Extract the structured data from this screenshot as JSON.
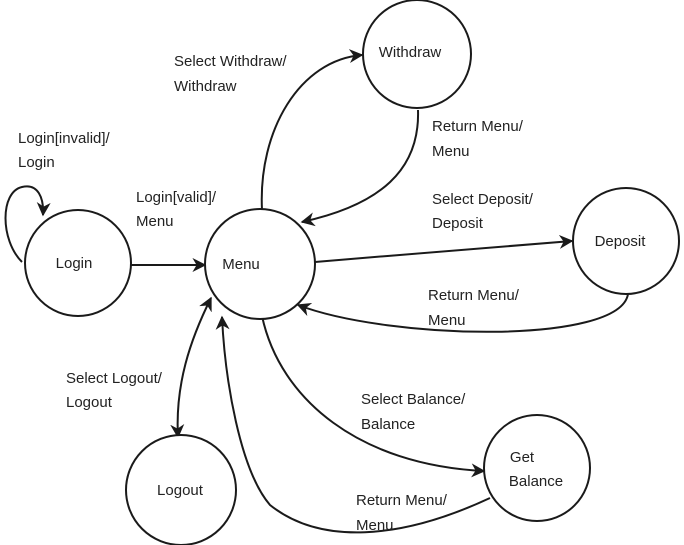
{
  "diagram": {
    "states": {
      "login": "Login",
      "menu": "Menu",
      "withdraw": "Withdraw",
      "deposit": "Deposit",
      "get_balance": [
        "Get",
        "Balance"
      ],
      "logout": "Logout"
    },
    "transitions": {
      "login_invalid": [
        "Login[invalid]/",
        "Login"
      ],
      "login_valid": [
        "Login[valid]/",
        "Menu"
      ],
      "select_withdraw": [
        "Select Withdraw/",
        "Withdraw"
      ],
      "withdraw_return": [
        "Return Menu/",
        "Menu"
      ],
      "select_deposit": [
        "Select Deposit/",
        "Deposit"
      ],
      "deposit_return": [
        "Return Menu/",
        "Menu"
      ],
      "select_balance": [
        "Select Balance/",
        "Balance"
      ],
      "balance_return": [
        "Return Menu/",
        "Menu"
      ],
      "select_logout": [
        "Select Logout/",
        "Logout"
      ]
    }
  }
}
